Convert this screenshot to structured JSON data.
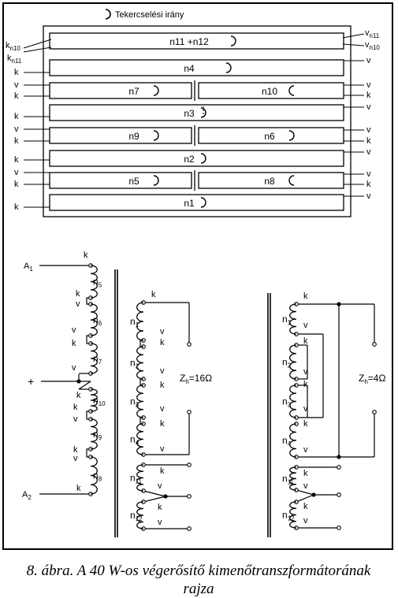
{
  "legend": {
    "text": "Tekercselési irány"
  },
  "top_panel": {
    "left_top": [
      {
        "base": "k",
        "sub": "n10"
      },
      {
        "base": "k",
        "sub": "n11"
      }
    ],
    "right_top": [
      {
        "base": "v",
        "sub": "n11"
      },
      {
        "base": "v",
        "sub": "n10"
      }
    ],
    "rows": [
      {
        "left": "n11  +n12"
      },
      {
        "left": "n4"
      },
      {
        "left": "n7",
        "right": "n10"
      },
      {
        "left": "n3"
      },
      {
        "left": "n9",
        "right": "n6"
      },
      {
        "left": "n2"
      },
      {
        "left": "n5",
        "right": "n8"
      },
      {
        "left": "n1"
      }
    ],
    "left_labels": [
      "k",
      "v",
      "k",
      "k",
      "v",
      "k",
      "k",
      "v",
      "k",
      "k"
    ],
    "right_labels": [
      "v",
      "v",
      "k",
      "v",
      "v",
      "k",
      "v",
      "v",
      "k",
      "v"
    ]
  },
  "schematic": {
    "A1": {
      "base": "A",
      "sub": "1"
    },
    "A2": {
      "base": "A",
      "sub": "2"
    },
    "plus": "+",
    "k": "k",
    "v": "v",
    "primary_windings": [
      {
        "base": "n",
        "sub": "5"
      },
      {
        "base": "n",
        "sub": "6"
      },
      {
        "base": "n",
        "sub": "7"
      },
      {
        "base": "n",
        "sub": "10"
      },
      {
        "base": "n",
        "sub": "9"
      },
      {
        "base": "n",
        "sub": "8"
      }
    ],
    "secondary_windings": [
      {
        "base": "n",
        "sub": "1"
      },
      {
        "base": "n",
        "sub": "2"
      },
      {
        "base": "n",
        "sub": "3"
      },
      {
        "base": "n",
        "sub": "4"
      },
      {
        "base": "n",
        "sub": "11"
      },
      {
        "base": "n",
        "sub": "12"
      }
    ],
    "z16": {
      "base": "Z",
      "sub": "h",
      "rest": "=16Ω"
    },
    "z4": {
      "base": "Z",
      "sub": "h",
      "rest": "=4Ω"
    }
  },
  "caption": {
    "line1": "8. ábra. A 40 W-os végerősítő kimenőtranszformátorának",
    "line2": "rajza"
  }
}
